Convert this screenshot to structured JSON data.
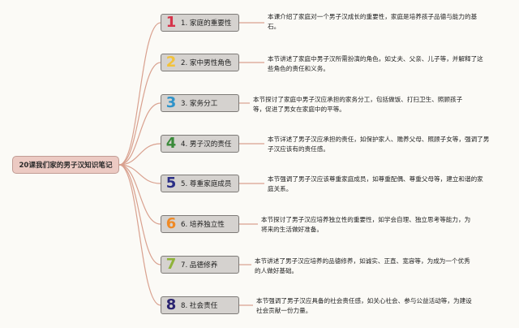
{
  "root": {
    "title": "20课我们家的男子汉知识笔记"
  },
  "lessons": [
    {
      "num": "1",
      "num_color": "#d6334a",
      "label": "1. 家庭的重要性",
      "desc": "本课介绍了家庭对一个男子汉成长的重要性，家庭是培养孩子品德与能力的基石。"
    },
    {
      "num": "2",
      "num_color": "#f2c23a",
      "label": "2. 家中男性角色",
      "desc": "本节讲述了家庭中男子汉所需扮演的角色，如丈夫、父亲、儿子等，并解释了这些角色的责任和义务。"
    },
    {
      "num": "3",
      "num_color": "#2f93c9",
      "label": "3. 家务分工",
      "desc": "本节探讨了家庭中男子汉应承担的家务分工，包括做饭、打扫卫生、照顾孩子等，促进了男女在家庭中的平等。"
    },
    {
      "num": "4",
      "num_color": "#3a8a3a",
      "label": "4. 男子汉的责任",
      "desc": "本节详述了男子汉应承担的责任，如保护家人、赡养父母、照顾子女等，强调了男子汉应该有的责任感。"
    },
    {
      "num": "5",
      "num_color": "#2b2f86",
      "label": "5. 尊重家庭成员",
      "desc": "本节强调了男子汉应该尊重家庭成员，如尊重配偶、尊重父母等，建立和谐的家庭关系。"
    },
    {
      "num": "6",
      "num_color": "#ef8a26",
      "label": "6. 培养独立性",
      "desc": "本节探讨了男子汉应培养独立性的重要性，如学会自理、独立思考等能力，为将来的生活做好准备。"
    },
    {
      "num": "7",
      "num_color": "#8fb33a",
      "label": "7. 品德修养",
      "desc": "本节讲述了男子汉应培养的品德修养，如诚实、正直、宽容等，为成为一个优秀的人做好基础。"
    },
    {
      "num": "8",
      "num_color": "#2b2470",
      "label": "8. 社会责任",
      "desc": "本节强调了男子汉应具备的社会责任感，如关心社会、参与公益活动等，为建设社会贡献一份力量。"
    }
  ],
  "colors": {
    "connector": "#d9a18f",
    "node_fill": "#d5d2cf",
    "node_border": "#7d7a77",
    "root_fill": "#eccac3"
  }
}
